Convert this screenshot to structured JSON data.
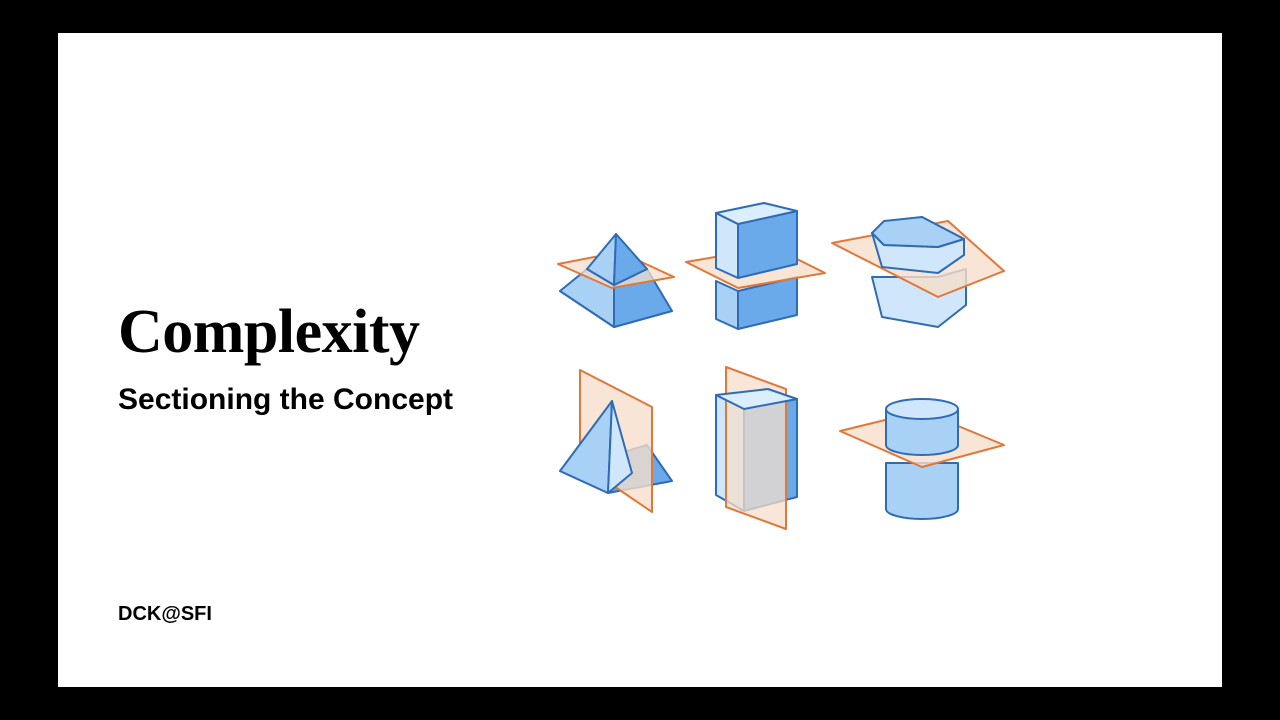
{
  "slide": {
    "title": "Complexity",
    "subtitle": "Sectioning the Concept",
    "footer": "DCK@SFI"
  },
  "colors": {
    "background": "#000000",
    "slide": "#ffffff",
    "solid_fill_light": "#cfe6fb",
    "solid_fill_mid": "#a9d0f5",
    "solid_fill_dark": "#6aa9ea",
    "solid_stroke": "#2f6cb5",
    "plane_fill": "#f6dfcb",
    "plane_stroke": "#e0783a"
  },
  "figure": {
    "shapes": [
      "pyramid-horizontal-section-icon",
      "cube-horizontal-section-icon",
      "hexagonal-prism-horizontal-section-icon",
      "pyramid-vertical-section-icon",
      "box-vertical-section-icon",
      "cylinder-horizontal-section-icon"
    ]
  }
}
